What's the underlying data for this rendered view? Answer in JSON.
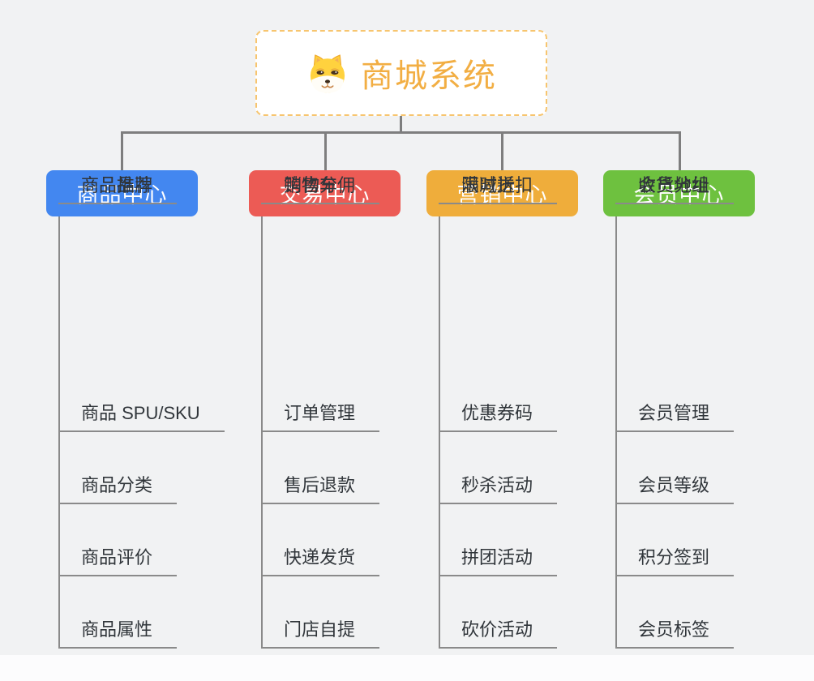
{
  "root": {
    "title": "商城系统",
    "icon": "dog-face-icon",
    "accent_color": "#F2AE43",
    "border_color": "#F7C56F"
  },
  "connector_color": "#7E7E7E",
  "branches": [
    {
      "label": "商品中心",
      "color": "#4387F0",
      "items": [
        "商品 SPU/SKU",
        "商品分类",
        "商品评价",
        "商品属性",
        "商品推荐",
        "商品品牌"
      ]
    },
    {
      "label": "交易中心",
      "color": "#EC5B55",
      "items": [
        "订单管理",
        "售后退款",
        "快递发货",
        "门店自提",
        "购物车",
        "销售分佣"
      ]
    },
    {
      "label": "营销中心",
      "color": "#EFAD3B",
      "items": [
        "优惠券码",
        "秒杀活动",
        "拼团活动",
        "砍价活动",
        "限时折扣",
        "满减送"
      ]
    },
    {
      "label": "会员中心",
      "color": "#6EC13F",
      "items": [
        "会员管理",
        "会员等级",
        "积分签到",
        "会员标签",
        "会员分组",
        "收货地址"
      ]
    }
  ]
}
